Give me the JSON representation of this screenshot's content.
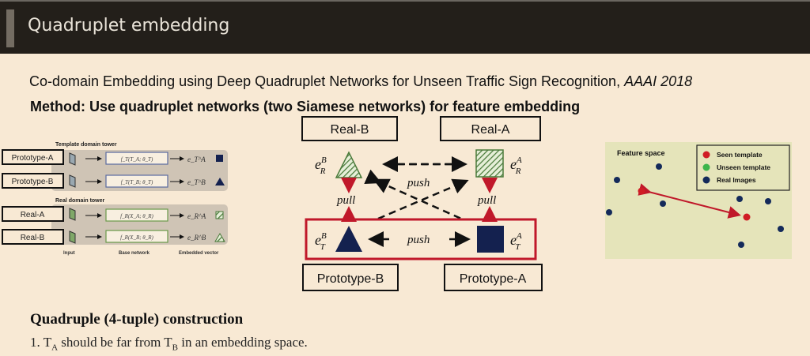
{
  "header": {
    "title": "Quadruplet embedding"
  },
  "citation": {
    "text": "Co-domain Embedding using Deep Quadruplet Networks for Unseen Traffic Sign Recognition, ",
    "venue": "AAAI 2018"
  },
  "method": "Method: Use quadruplet networks (two Siamese networks) for feature embedding",
  "left_diagram": {
    "template_tower": "Template domain tower",
    "real_tower": "Real domain tower",
    "inputs": [
      "Prototype-A",
      "Prototype-B",
      "Real-A",
      "Real-B"
    ],
    "functions": [
      "f_T(T_A; θ_T)",
      "f_T(T_B; θ_T)",
      "f_R(X_A; θ_R)",
      "f_R(X_B; θ_R)"
    ],
    "outputs": [
      "e_T^A",
      "e_T^B",
      "e_R^A",
      "e_R^B"
    ],
    "col_labels": [
      "Input",
      "Base network",
      "Embedded vector"
    ]
  },
  "center_diagram": {
    "top_boxes": [
      "Real-B",
      "Real-A"
    ],
    "bottom_boxes": [
      "Prototype-B",
      "Prototype-A"
    ],
    "labels": {
      "eRB": "e",
      "push": "push",
      "pull": "pull"
    },
    "colors": {
      "red": "#c0182a",
      "navy": "#14214f",
      "green": "#4a7a3a"
    }
  },
  "right_diagram": {
    "title": "Feature space",
    "legend": [
      {
        "label": "Seen template",
        "color": "#d01c24"
      },
      {
        "label": "Unseen template",
        "color": "#3bb54a"
      },
      {
        "label": "Real Images",
        "color": "#142a5a"
      }
    ]
  },
  "section": {
    "title": "Quadruple (4-tuple) construction",
    "item_prefix": "1. T",
    "sub_a": "A",
    "item_mid": " should be far from T",
    "sub_b": "B",
    "item_suffix": " in an embedding space."
  }
}
